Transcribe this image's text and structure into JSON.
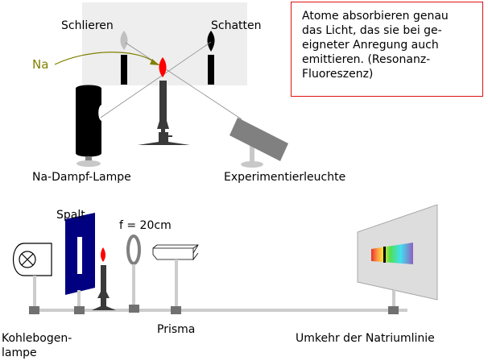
{
  "top_experiment": {
    "labels": {
      "schlieren": "Schlieren",
      "schatten": "Schatten",
      "sodium": "Na",
      "lamp": "Na-Dampf-Lampe",
      "experiment_light": "Experimentierleuchte"
    }
  },
  "note": {
    "text": "Atome absorbieren genau\ndas Licht, das sie bei ge-\neigneter Anregung auch\nemittieren. (Resonanz-\nFluoreszenz)"
  },
  "bottom_experiment": {
    "labels": {
      "slit": "Spalt",
      "lens": "f = 20cm",
      "prism": "Prisma",
      "arc_lamp_line1": "Kohlebogen-",
      "arc_lamp_line2": "lampe",
      "reversal": "Umkehr der Natriumlinie"
    }
  },
  "colors": {
    "screen_bg": "#eeeeee",
    "flame": "#ff0000",
    "sodium_arrow": "#808000",
    "slit_plate": "#000080",
    "note_border": "#e01010",
    "rail": "#cccccc",
    "rider": "#707070"
  }
}
